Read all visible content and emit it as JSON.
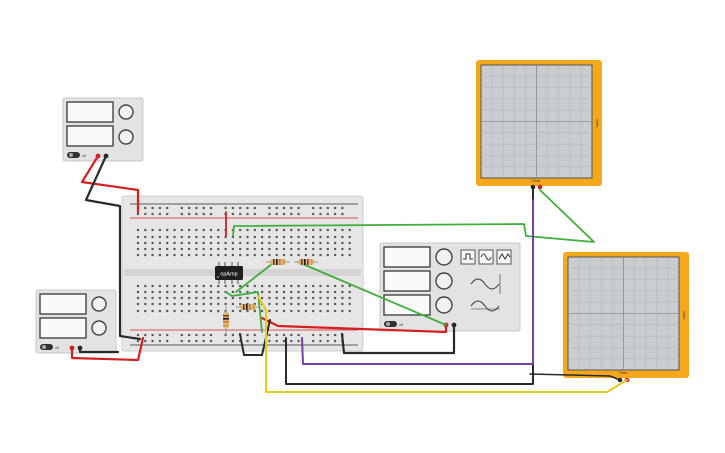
{
  "chip": {
    "label": "opAmp"
  },
  "scopes": [
    {
      "time_label": "Time",
      "side_label": "Volts"
    },
    {
      "time_label": "Time",
      "side_label": "Volts"
    }
  ],
  "power_supplies": [
    {
      "off_label": "off"
    },
    {
      "off_label": "off"
    }
  ],
  "function_generator": {
    "off_label": "off"
  },
  "colors": {
    "wire_red": "#d42020",
    "wire_black": "#2a2a2a",
    "wire_green": "#3fae3a",
    "wire_purple": "#7a3ea0",
    "wire_yellow": "#e8c81a",
    "scope_frame": "#f5a81c",
    "breadboard": "#e6e6e6"
  }
}
